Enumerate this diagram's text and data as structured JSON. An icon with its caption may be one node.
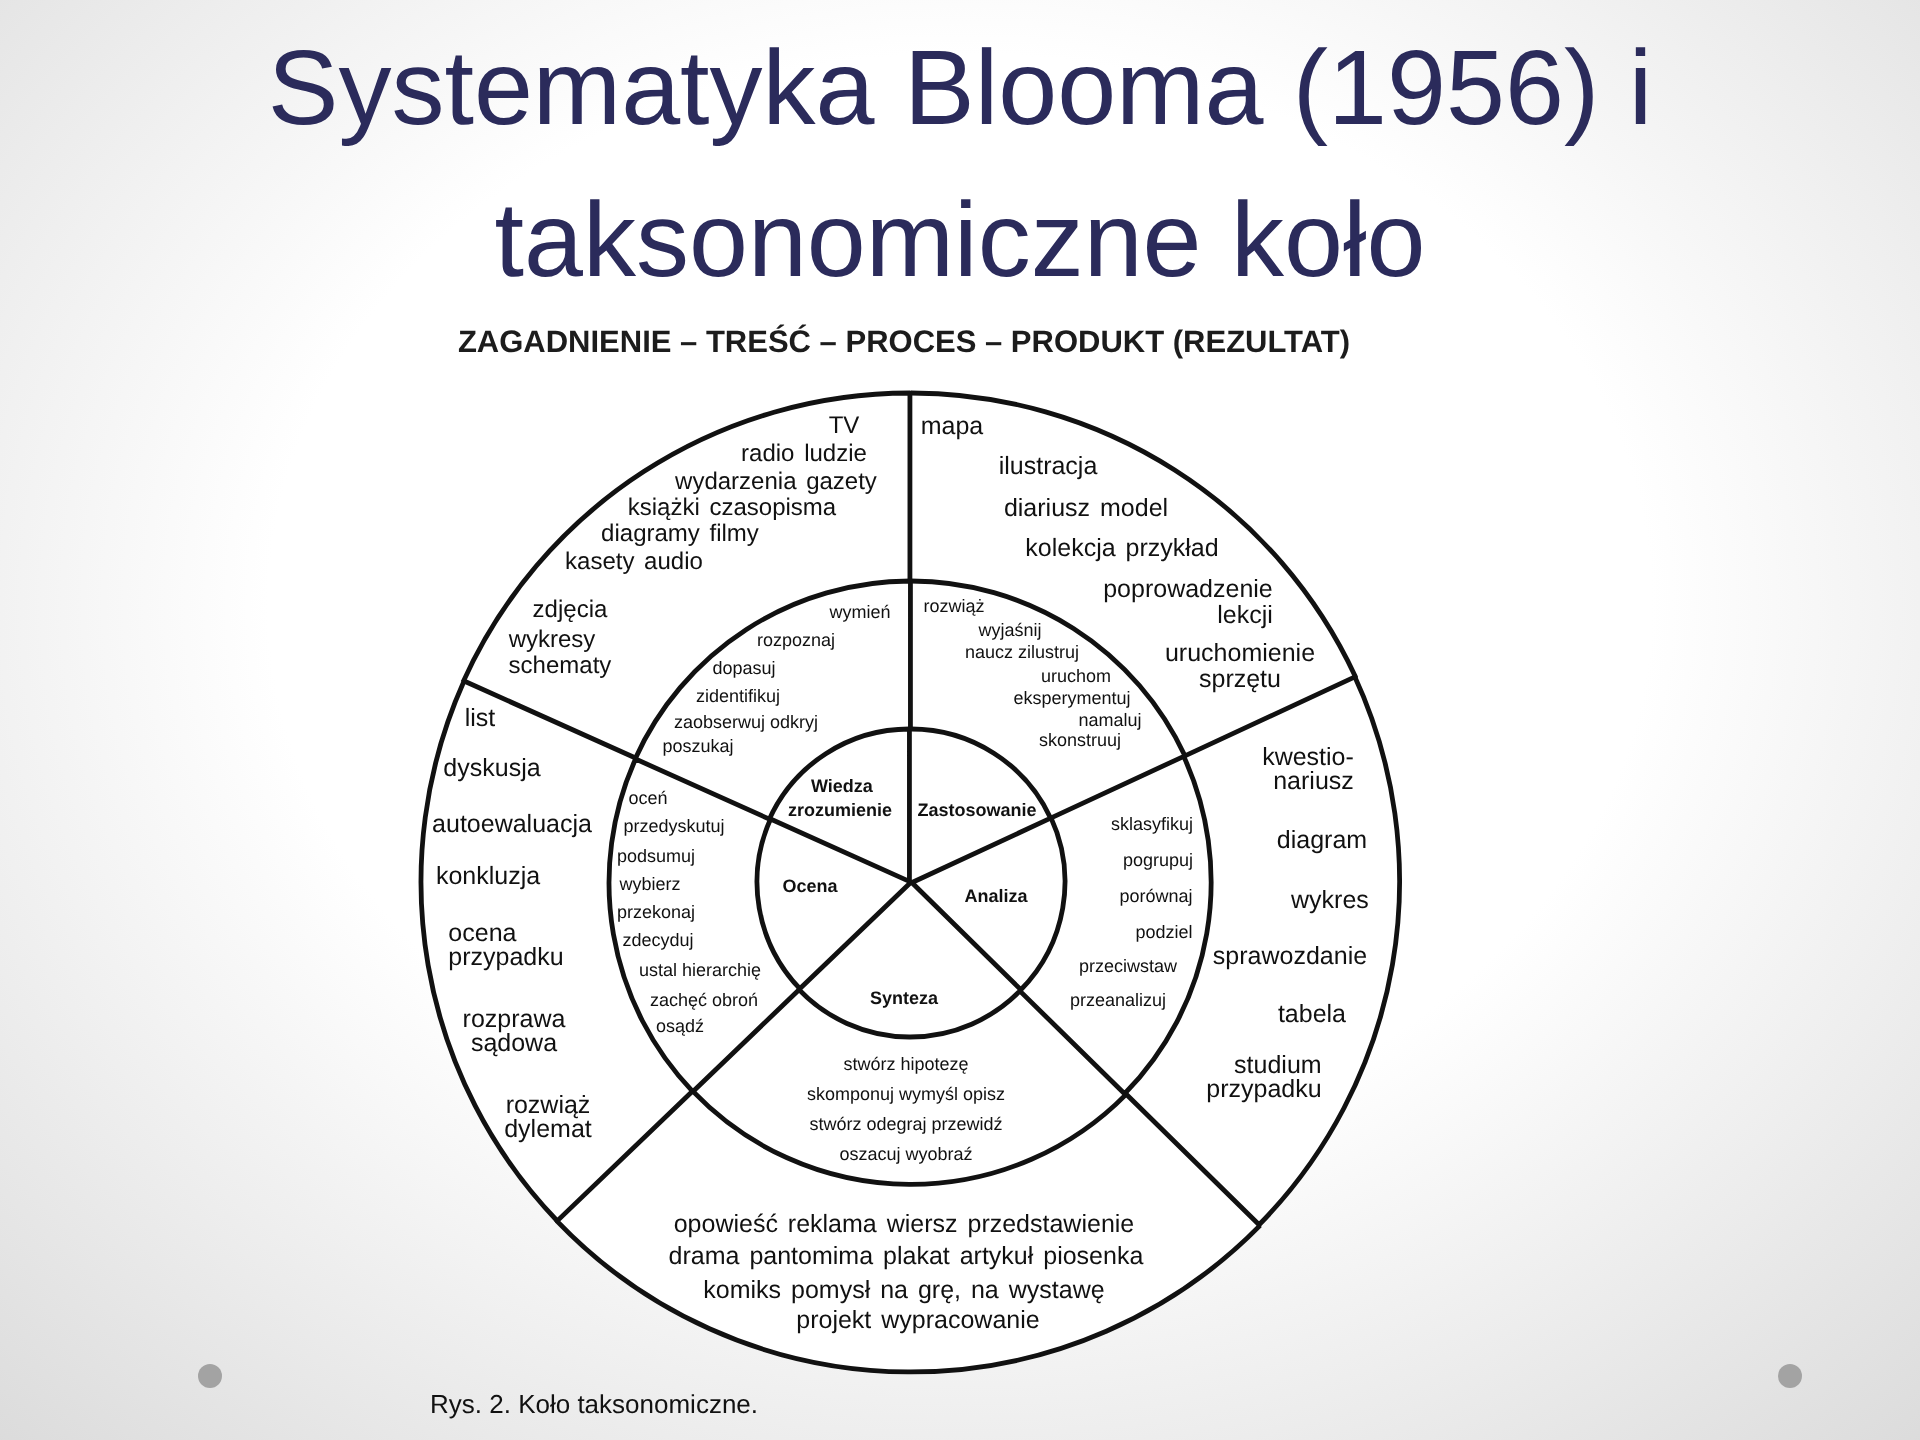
{
  "diagram": {
    "title": "Systematyka Blooma (1956) i taksonomiczne koło",
    "caption": "Rys. 2. Koło taksonomiczne.",
    "nodes": [
      {
        "text": [
          "Wiedza",
          "zrozumienie"
        ]
      },
      {
        "text": [
          "Zastosowanie"
        ]
      },
      {
        "text": [
          "Analiza"
        ]
      },
      {
        "text": [
          "Synteza"
        ]
      },
      {
        "text": [
          "Ocena"
        ]
      },
      {
        "text": [
          "wymień",
          "rozpoznaj",
          "dopasuj",
          "zidentifikuj",
          "zaobserwuj odkryj",
          "poszukaj"
        ]
      },
      {
        "text": [
          "rozwiąż",
          "wyjaśnij",
          "naucz zilustruj",
          "uruchom",
          "eksperymentuj",
          "namaluj",
          "skonstruuj"
        ]
      },
      {
        "text": [
          "sklasyfikuj",
          "pogrupuj",
          "porównaj",
          "podziel",
          "przeciwstaw",
          "przeanalizuj"
        ]
      },
      {
        "text": [
          "stwórz hipotezę",
          "skomponuj wymyśl opisz",
          "stwórz odegraj przewidź",
          "oszacuj wyobraź"
        ]
      },
      {
        "text": [
          "oceń",
          "przedyskutuj",
          "podsumuj",
          "wybierz",
          "przekonaj",
          "zdecyduj",
          "ustal hierarchię",
          "zachęć obroń",
          "osądź"
        ]
      },
      {
        "text": [
          "TV",
          "radio ludzie",
          "wydarzenia gazety",
          "książki czasopisma",
          "diagramy filmy",
          "kasety audio",
          "zdjęcia",
          "wykresy",
          "schematy"
        ]
      },
      {
        "text": [
          "mapa",
          "ilustracja",
          "diariusz model",
          "kolekcja przykład",
          "poprowadzenie lekcji",
          "uruchomienie sprzętu"
        ]
      },
      {
        "text": [
          "kwestio- nariusz",
          "diagram",
          "wykres",
          "sprawozdanie",
          "tabela",
          "studium przypadku"
        ]
      },
      {
        "text": [
          "opowieść reklama wiersz przedstawienie",
          "drama pantomima plakat artykuł piosenka",
          "komiks pomysł na grę, na wystawę",
          "projekt wypracowanie"
        ]
      },
      {
        "text": [
          "list",
          "dyskusja",
          "autoewaluacja",
          "konkluzja",
          "ocena przypadku",
          "rozprawa sądowa",
          "rozwiąż dylemat"
        ]
      }
    ],
    "labels": [
      "ZAGADNIENIE – TREŚĆ – PROCES – PRODUKT (REZULTAT)"
    ]
  }
}
